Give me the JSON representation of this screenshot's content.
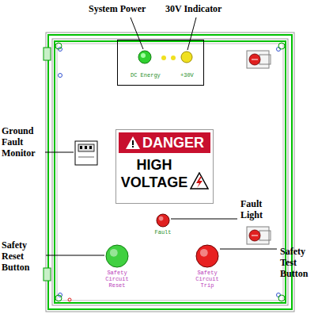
{
  "diagram": {
    "nodes": [
      {
        "text": [
          "DC Energy",
          "+30V"
        ]
      },
      {
        "text": [
          "DANGER",
          "HIGH VOLTAGE"
        ]
      },
      {
        "text": [
          "Fault"
        ]
      },
      {
        "text": [
          "Safety Circuit Reset"
        ]
      },
      {
        "text": [
          "Safety Circuit Trip"
        ]
      }
    ],
    "labels": [
      "System Power",
      "30V Indicator",
      "Ground Fault Monitor",
      "Fault Light",
      "Safety Reset Button",
      "Safety Test Button"
    ]
  }
}
